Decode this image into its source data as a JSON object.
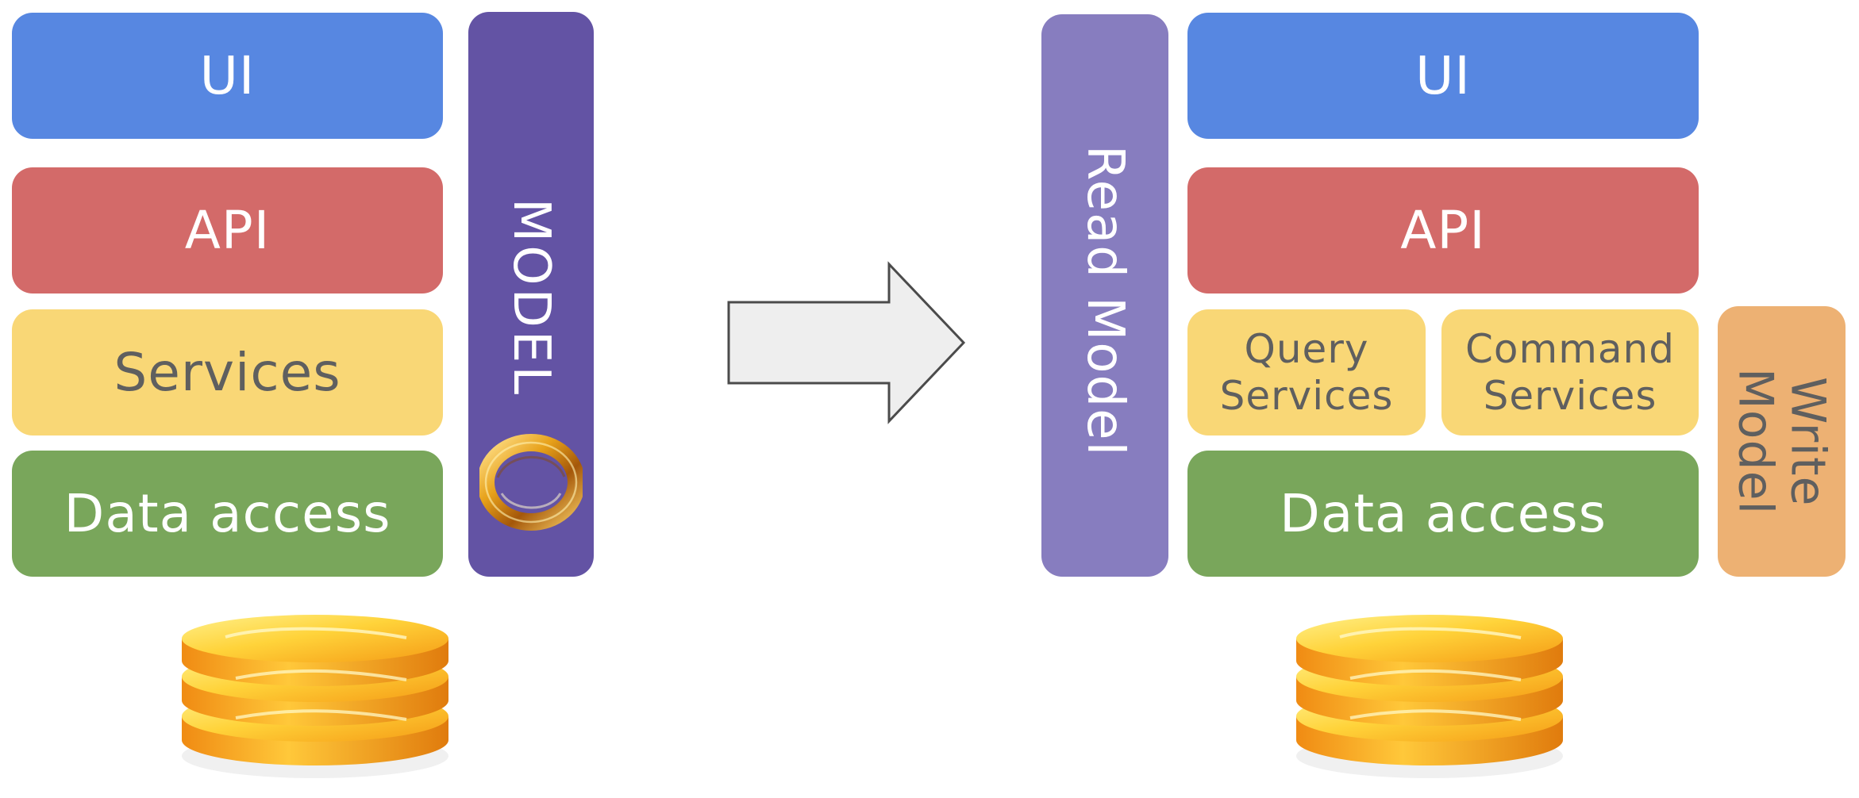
{
  "left_stack": {
    "ui_label": "UI",
    "api_label": "API",
    "services_label": "Services",
    "data_access_label": "Data access",
    "model_label": "MODEL"
  },
  "right_stack": {
    "read_model_label": "Read Model",
    "ui_label": "UI",
    "api_label": "API",
    "query_services_line1": "Query",
    "query_services_line2": "Services",
    "command_services_line1": "Command",
    "command_services_line2": "Services",
    "data_access_label": "Data access",
    "write_model_line1": "Write",
    "write_model_line2": "Model"
  },
  "colors": {
    "ui": "#5787e1",
    "api": "#d36a69",
    "services": "#f9d776",
    "data_access": "#79a65b",
    "model": "#6353a4",
    "read_model": "#877dbf",
    "write_model": "#edb173",
    "arrow_fill": "#eeeeee",
    "database": "#f3a22a"
  },
  "icons": {
    "transition_arrow": "right-arrow-icon",
    "model_ring": "ring-icon",
    "database_left": "database-icon",
    "database_right": "database-icon"
  }
}
